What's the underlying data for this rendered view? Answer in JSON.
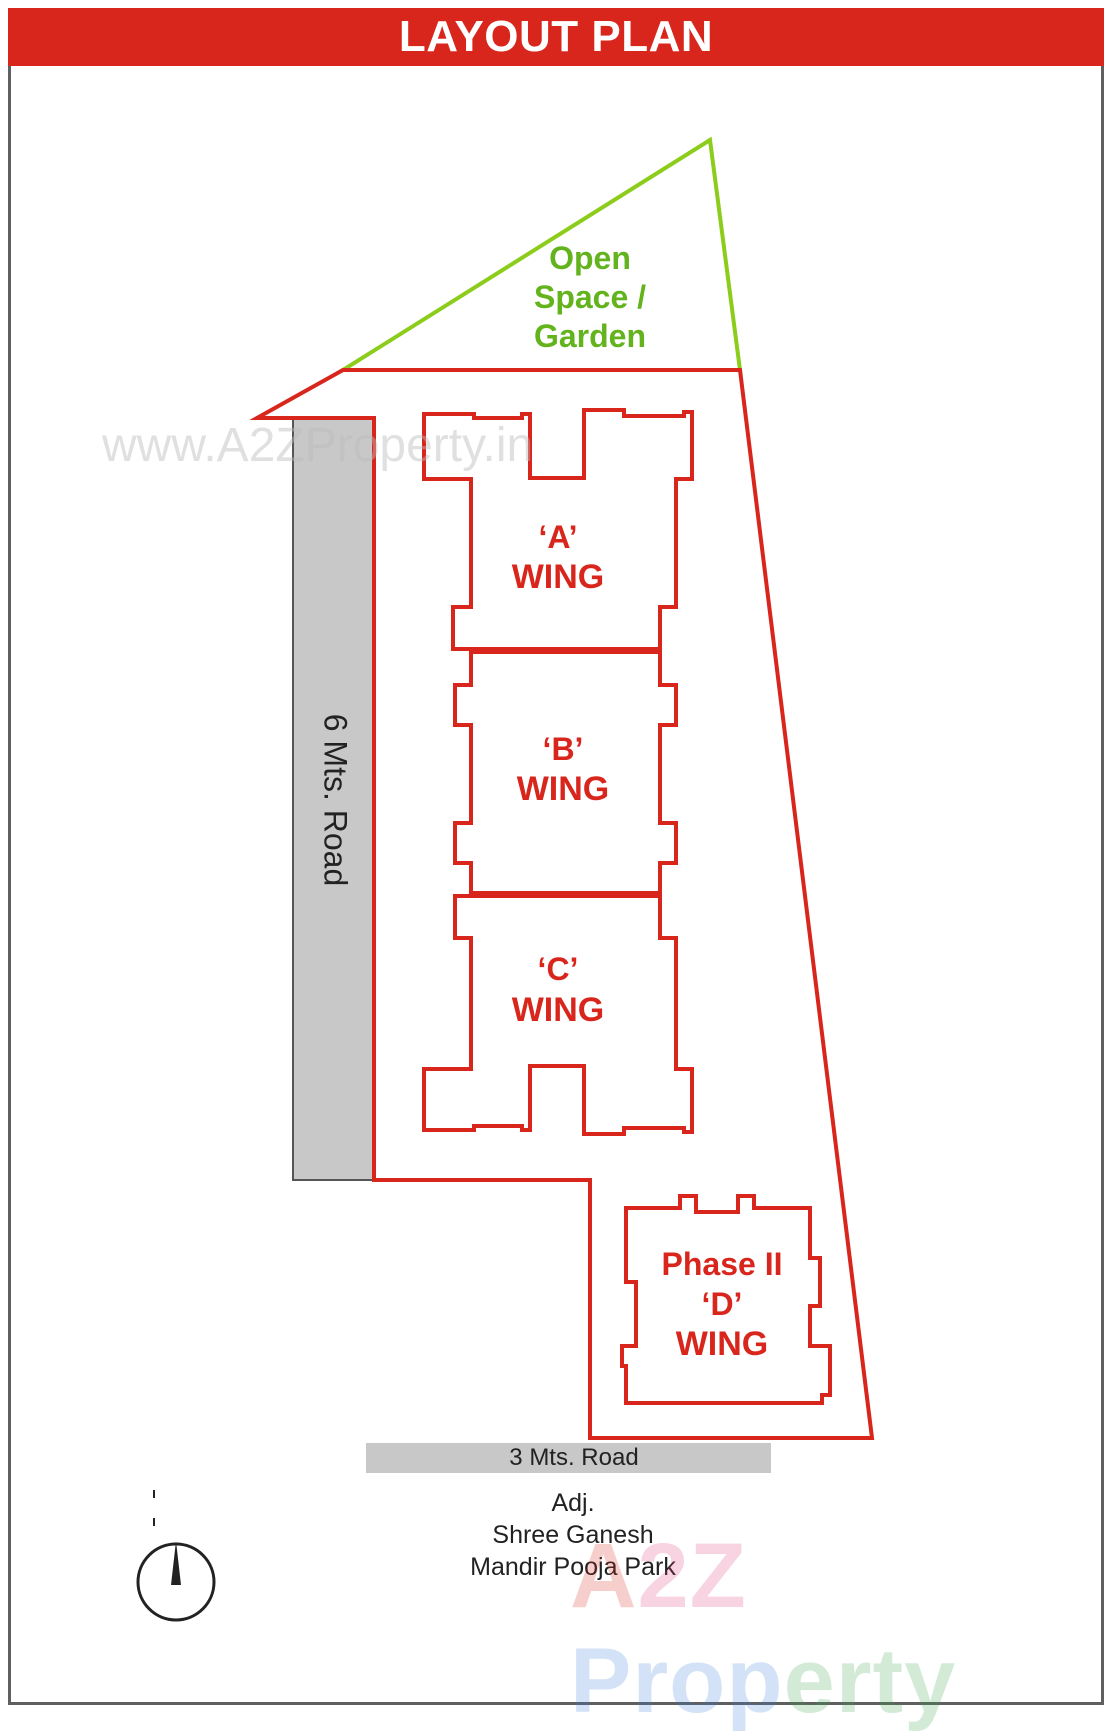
{
  "title": "LAYOUT PLAN",
  "open_space": {
    "line1": "Open",
    "line2": "Space /",
    "line3": "Garden"
  },
  "wings": {
    "a": {
      "line1": "‘A’",
      "line2": "WING"
    },
    "b": {
      "line1": "‘B’",
      "line2": "WING"
    },
    "c": {
      "line1": "‘C’",
      "line2": "WING"
    },
    "d": {
      "line1": "Phase II",
      "line2": "‘D’",
      "line3": "WING"
    }
  },
  "roads": {
    "side": "6 Mts. Road",
    "bottom": "3 Mts. Road"
  },
  "adjacent": {
    "line1": "Adj.",
    "line2": "Shree Ganesh",
    "line3": "Mandir Pooja Park"
  },
  "watermarks": {
    "url": "www.A2ZProperty.in",
    "brand_a": "A",
    "brand_z": "2Z",
    "brand_p": "Prop",
    "brand_r": "erty"
  },
  "colors": {
    "title_bg": "#d9261c",
    "plot_outline": "#d9261c",
    "garden_outline": "#8ccc1a",
    "garden_text": "#62b31c",
    "road_fill": "#c8c8c8"
  },
  "icons": {
    "compass": "north-arrow-icon"
  }
}
